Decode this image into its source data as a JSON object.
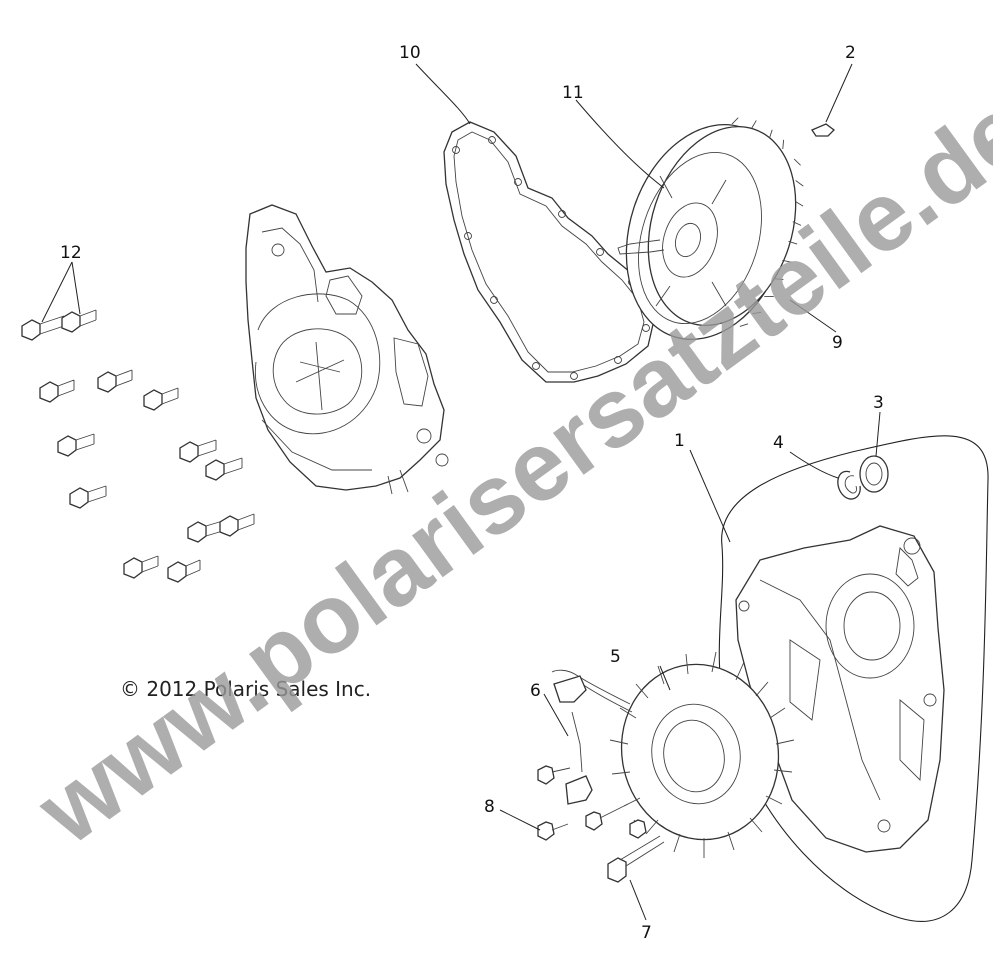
{
  "diagram": {
    "callouts": [
      {
        "id": "1",
        "label": "1"
      },
      {
        "id": "2",
        "label": "2"
      },
      {
        "id": "3",
        "label": "3"
      },
      {
        "id": "4",
        "label": "4"
      },
      {
        "id": "5",
        "label": "5"
      },
      {
        "id": "6",
        "label": "6"
      },
      {
        "id": "7",
        "label": "7"
      },
      {
        "id": "8",
        "label": "8"
      },
      {
        "id": "9",
        "label": "9"
      },
      {
        "id": "10",
        "label": "10"
      },
      {
        "id": "11",
        "label": "11"
      },
      {
        "id": "12",
        "label": "12"
      }
    ],
    "copyright": "© 2012 Polaris Sales Inc.",
    "watermark": "www.polarisersatzteile.de"
  },
  "colors": {
    "line": "#222222",
    "watermark": "#9a9a9a",
    "background": "#ffffff"
  }
}
